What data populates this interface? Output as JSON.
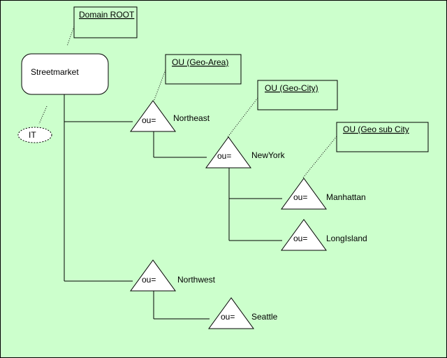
{
  "root": {
    "label": "Streetmarket"
  },
  "it_node": {
    "label": "IT"
  },
  "callouts": {
    "domain_root": "Domain ROOT",
    "geo_area": "OU (Geo-Area)",
    "geo_city": "OU (Geo-City)",
    "geo_sub_city": "OU (Geo sub City"
  },
  "ou_prefix": "ou=",
  "nodes": {
    "northeast": "Northeast",
    "newyork": "NewYork",
    "manhattan": "Manhattan",
    "longisland": "LongIsland",
    "northwest": "Northwest",
    "seattle": "Seattle"
  }
}
